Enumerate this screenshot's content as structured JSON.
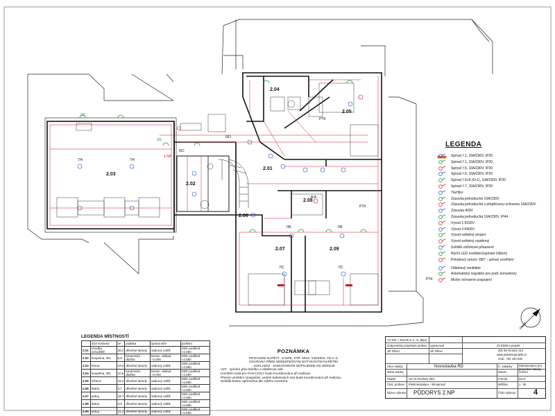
{
  "rooms_on_plan": [
    "2.03",
    "2.04",
    "2.05",
    "2.01",
    "2.02",
    "2.06",
    "2.08",
    "2.07",
    "2.09"
  ],
  "plan_labels": {
    "a": "3/1",
    "b": "7/4",
    "c": "6/C",
    "d": "1.NP",
    "e": "7/B",
    "f": "7/C",
    "g": "6/D",
    "h": "PTK",
    "i": "B/A",
    "j": "3/1"
  },
  "legend": {
    "title": "LEGENDA",
    "items": [
      {
        "icon": "wall-luminaire-icon",
        "label": "Spínač ř.1, 10A/230V, IP20"
      },
      {
        "icon": "switch-1-icon",
        "label": "Spínač ř.1, 10A/230V, IP20"
      },
      {
        "icon": "switch-5-icon",
        "label": "Spínač ř.5, 10A/230V, IP20"
      },
      {
        "icon": "switch-6-icon",
        "label": "Spínač ř.6, 10A/230V, IP20"
      },
      {
        "icon": "switch-6plus6-icon",
        "label": "Spínač ř.6+6 (6+1), 10A/230V, IP20"
      },
      {
        "icon": "switch-7-icon",
        "label": "Spínač ř.7, 10A/230V, IP20"
      },
      {
        "icon": "button-icon",
        "label": "Tlačítko"
      },
      {
        "icon": "socket-icon",
        "label": "Zásuvka jednoduchá 16A/230V"
      },
      {
        "icon": "socket-surge-icon",
        "label": "Zásuvka jednoduchá s přepěťovou ochranou 16A/230V"
      },
      {
        "icon": "socket-400-icon",
        "label": "Zásuvka 400V"
      },
      {
        "icon": "socket-ip44-icon",
        "label": "Zásuvka jednoduchá 16A/230V, IP44"
      },
      {
        "icon": "outlet-1-icon",
        "label": "Vývod 1.f/230V"
      },
      {
        "icon": "outlet-3-icon",
        "label": "Vývod 3.f/400V"
      },
      {
        "icon": "ceiling-light-icon",
        "label": "Vývod světelný stropní"
      },
      {
        "icon": "wall-light-icon",
        "label": "Vývod světelný nástěnný"
      },
      {
        "icon": "recessed-switch-icon",
        "label": "Svítidlo zářivkové přisazené"
      },
      {
        "icon": "led-night-icon",
        "label": "Noční LED osvětlení(spínání čidlem)"
      },
      {
        "icon": "motion-sensor-icon",
        "label": "Pohybový senzor 180° - spínač osvětlení",
        "double": true
      },
      {
        "icon": "fan-icon",
        "label": "Odtahový ventilátor"
      },
      {
        "icon": "regulator-icon",
        "label": "Automatický regulátor pro podl. konvektory"
      },
      {
        "icon": "bonding-icon",
        "label": "Místní ochranné pospojení"
      }
    ],
    "ptk": "PTK"
  },
  "room_table": {
    "title": "LEGENDA MÍSTNOSTÍ",
    "headers": [
      "",
      "účel místnosti",
      "m²",
      "podlaha",
      "úprava stěn",
      "podhled"
    ],
    "rows": [
      [
        "2.01",
        "chodba, schodiště",
        "26,2",
        "dřevěné lamely",
        "sádrový ostřik",
        "SDK podhled +2,550"
      ],
      [
        "2.02",
        "koupelna, WC",
        "6,8",
        "keramická dlažba",
        "keram. obklad +2,000",
        "SDK podhled +2,550"
      ],
      [
        "2.03",
        "herna",
        "43,0",
        "dřevěné lamely",
        "sádrový ostřik",
        "SDK podhled +2,550"
      ],
      [
        "2.04",
        "koupelna, WC",
        "10,6",
        "keramická dlažba",
        "keram. obklad +2,000",
        "SDK podhled +2,550"
      ],
      [
        "2.05",
        "ložnice",
        "19,4",
        "dřevěné lamely",
        "sádrový ostřik",
        "SDK podhled +2,550"
      ],
      [
        "2.06",
        "šatna",
        "2,7",
        "dřevěné lamely",
        "sádrový ostřik",
        "SDK podhled +2,550"
      ],
      [
        "2.07",
        "pokoj",
        "18,7",
        "dřevěné lamely",
        "sádrový ostřik",
        "SDK podhled +2,550"
      ],
      [
        "2.08",
        "šatna",
        "3,8",
        "dřevěné lamely",
        "sádrový ostřik",
        "SDK podhled +2,550"
      ],
      [
        "2.09",
        "pokoj",
        "21,2",
        "dřevěné lamely",
        "sádrový ostřik",
        "SDK podhled +2,550"
      ]
    ]
  },
  "note": {
    "title": "POZNÁMKA",
    "lines": [
      "PROVOZNÍ NAPĚTÍ : 3+NPE, STŘ. 50Hz, 230/400V, TN-C-S",
      "OCHRANA PŘED NEBEZPEČNÝM DOTYKOVÝM NAPĚTÍM",
      "- ZÁKLADNÍ - SAMOČINNÝM ODPOJENÍM OD ZDROJE",
      "VZT - spínání přes tlačítko a doběhové relé",
      "Umístění trafa pro FAN-COILY bude koordinováno při realizaci.",
      "Přesné umístění stoupaček, vedení kabelových tras bude koordinováno při realizaci.",
      "Svítidla budou upřesněna dle výběru investora."
    ]
  },
  "title_block": {
    "scale_line": "A3 300 × 253,25 m·n. m. (Bpv)",
    "r1_left": "Zodpovědný projektant profese",
    "r1_mid": "vypracoval",
    "r1_right": "JS Elektro-projekt",
    "r2_left": "Jiří Fillner",
    "r2_mid": "Jiří Fillner",
    "r2_right": "251 66 Hrusice 213",
    "r3_right": "www.jselektroprojekt.cz",
    "r4_right": "mob.: 754 190 536",
    "akce_label": "Akce stavby",
    "akce": "Novostavba RD",
    "misto_label": "Místo stavby",
    "objekt_label": "Objekt",
    "objekt": "SO 01 Rodinný dům",
    "cast_label": "Část, profese",
    "cast": "Elektroinstalace - silnoproud",
    "nazev_label": "Název výkresu",
    "nazev": "PŮDORYS 2.NP",
    "stupen_label": "Č. zakázky",
    "datum_label": "Datum",
    "datum": "2/2012",
    "format_label": "Formát",
    "format": "6xA4",
    "meritko_label": "Měřítko",
    "meritko": "1 : 50",
    "typ": "Dokumentace pro provedení stavby",
    "cislo_label": "Číslo výkresu",
    "cislo": "4"
  },
  "north": "sever"
}
